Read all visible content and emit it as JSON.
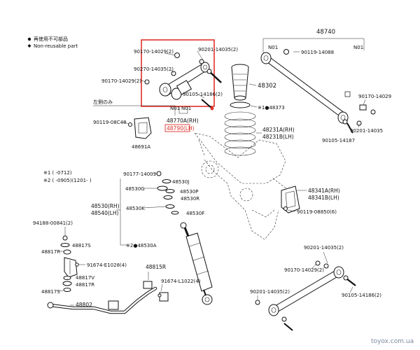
{
  "legend": {
    "items": [
      {
        "symbol": "●",
        "text": "再使用不可部品"
      },
      {
        "symbol": "◆",
        "text": "Non-reusable part"
      }
    ]
  },
  "notes": {
    "left_only": "左側のみ",
    "note1": "※1 (      -0712)",
    "note2": "※2 (      -0905)(1201-      )"
  },
  "parts": {
    "p48740": "48740",
    "n01a": "N01",
    "n01b": "N01",
    "p90119_14088": "90119-14088",
    "p90170_14029_r": "90170-14029",
    "p90201_14035_r": "90201-14035",
    "p90105_14187": "90105-14187",
    "p90170_14029_2a": "90170-14029(2)",
    "p90201_14035_2a": "90201-14035(2)",
    "p90270_14035_2": "90270-14035(2)",
    "p90170_14029_2b": "90170-14029(2)",
    "p90105_14186_2a": "90105-14186(2)",
    "n01c": "N01",
    "n01d": "N01",
    "p48770A": "48770A(RH)",
    "p48790": "48790(LH)",
    "p90119_08C48": "90119-08C48",
    "p48691A": "48691A",
    "p48302": "48302",
    "p48373": "※1●48373",
    "p48231A": "48231A(RH)",
    "p48231B": "48231B(LH)",
    "p90177_14003": "90177-14003",
    "p48530J": "48530J",
    "p48530G": "48530G",
    "p48530P": "48530P",
    "p48530R": "48530R",
    "p48530_rh": "48530(RH)",
    "p48540_lh": "48540(LH)",
    "p48530K": "48530K",
    "p48530F": "48530F",
    "p48530A": "※2●48530A",
    "p48341A": "48341A(RH)",
    "p48341B": "48341B(LH)",
    "p90119_08850": "90119-08850(6)",
    "p94188_00841": "94188-00841(2)",
    "p48817S": "48817S",
    "p48817R": "48817R",
    "p91674_E1028": "91674-E1028(4)",
    "p48815R": "48815R",
    "p48817V": "48817V",
    "p48817R_2": "48817R",
    "p48817S_2": "48817S",
    "p91674_L1022": "91674-L1022(4)",
    "p48802": "48802",
    "p90201_14035_2b": "90201-14035(2)",
    "p90170_14029_2c": "90170-14029(2)",
    "p90201_14035_2c": "90201-14035(2)",
    "p90105_14186_2b": "90105-14186(2)"
  },
  "watermark": "toyox.com.ua",
  "colors": {
    "highlight_box": "#e0312b",
    "highlight_text": "#e0312b",
    "ink": "#111111"
  }
}
